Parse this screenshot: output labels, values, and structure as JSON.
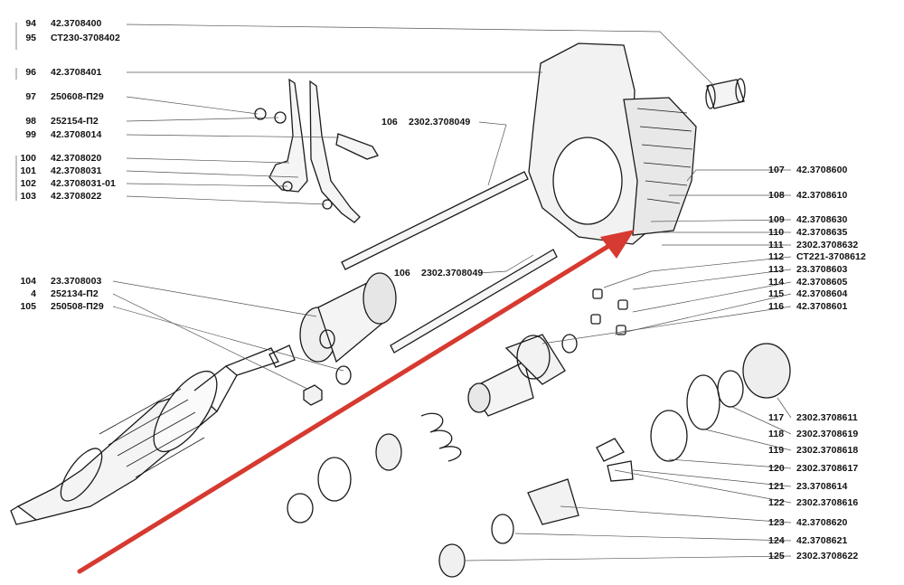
{
  "labels_left": [
    {
      "num": "94",
      "code": "42.3708400"
    },
    {
      "num": "95",
      "code": "СТ230-3708402"
    },
    {
      "num": "96",
      "code": "42.3708401"
    },
    {
      "num": "97",
      "code": "250608-П29"
    },
    {
      "num": "98",
      "code": "252154-П2"
    },
    {
      "num": "99",
      "code": "42.3708014"
    },
    {
      "num": "100",
      "code": "42.3708020"
    },
    {
      "num": "101",
      "code": "42.3708031"
    },
    {
      "num": "102",
      "code": "42.3708031-01"
    },
    {
      "num": "103",
      "code": "42.3708022"
    },
    {
      "num": "104",
      "code": "23.3708003"
    },
    {
      "num": "4",
      "code": "252134-П2"
    },
    {
      "num": "105",
      "code": "250508-П29"
    }
  ],
  "labels_center": [
    {
      "num": "106",
      "code": "2302.3708049"
    },
    {
      "num": "106",
      "code": "2302.3708049"
    }
  ],
  "labels_right": [
    {
      "num": "107",
      "code": "42.3708600"
    },
    {
      "num": "108",
      "code": "42.3708610"
    },
    {
      "num": "109",
      "code": "42.3708630"
    },
    {
      "num": "110",
      "code": "42.3708635"
    },
    {
      "num": "111",
      "code": "2302.3708632"
    },
    {
      "num": "112",
      "code": "СТ221-3708612"
    },
    {
      "num": "113",
      "code": "23.3708603"
    },
    {
      "num": "114",
      "code": "42.3708605"
    },
    {
      "num": "115",
      "code": "42.3708604"
    },
    {
      "num": "116",
      "code": "42.3708601"
    },
    {
      "num": "117",
      "code": "2302.3708611"
    },
    {
      "num": "118",
      "code": "2302.3708619"
    },
    {
      "num": "119",
      "code": "2302.3708618"
    },
    {
      "num": "120",
      "code": "2302.3708617"
    },
    {
      "num": "121",
      "code": "23.3708614"
    },
    {
      "num": "122",
      "code": "2302.3708616"
    },
    {
      "num": "123",
      "code": "42.3708620"
    },
    {
      "num": "124",
      "code": "42.3708621"
    },
    {
      "num": "125",
      "code": "2302.3708622"
    }
  ],
  "colors": {
    "arrow": "#d63a30",
    "ink": "#1a1a1a",
    "leader": "#555555"
  }
}
